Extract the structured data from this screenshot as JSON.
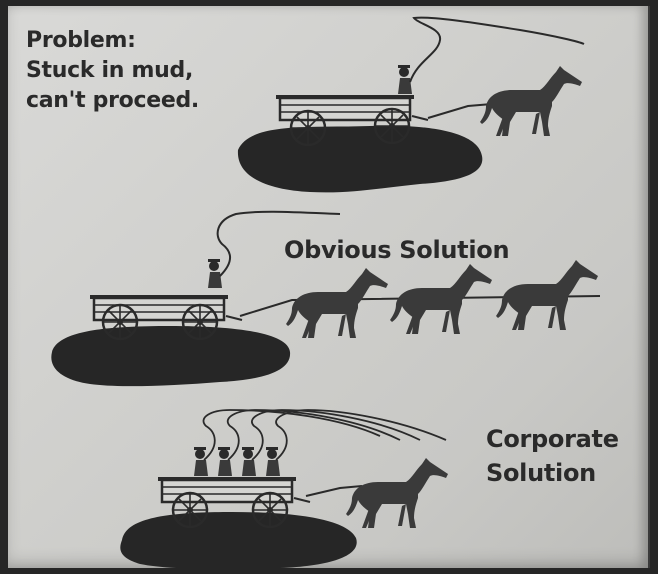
{
  "problem": {
    "line1": "Problem:",
    "line2": "Stuck in mud,",
    "line3": "can't proceed."
  },
  "obvious": {
    "label": "Obvious Solution"
  },
  "corporate": {
    "line1": "Corporate",
    "line2": "Solution"
  },
  "colors": {
    "paper": "#d3d3d1",
    "ink": "#2a2a2a",
    "mud": "#262626"
  }
}
